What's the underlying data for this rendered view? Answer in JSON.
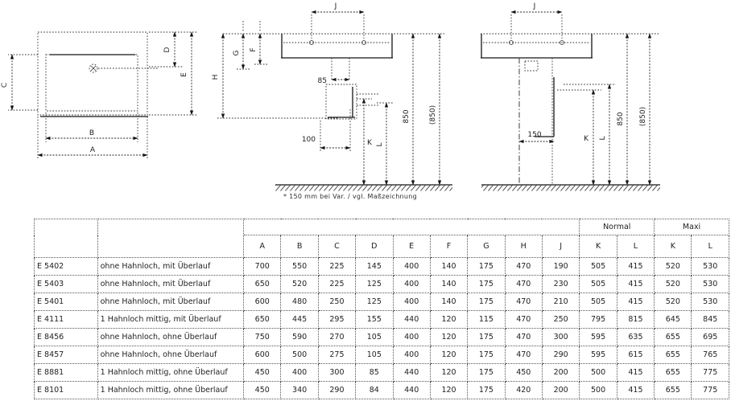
{
  "drawings": {
    "left": {
      "labels": {
        "A": "A",
        "B": "B",
        "C": "C",
        "D": "D",
        "E": "E"
      }
    },
    "middle": {
      "labels": {
        "J": "J",
        "G": "G",
        "F": "F",
        "H": "H",
        "d85": "85",
        "d100": "100",
        "K": "K",
        "L": "L",
        "h850": "850",
        "h850p": "(850)"
      }
    },
    "right": {
      "labels": {
        "J": "J",
        "d150": "150",
        "K": "K",
        "L": "L",
        "h850": "850",
        "h850p": "(850)"
      }
    },
    "footnote": "* 150 mm bei Var. / vgl. Maßzeichnung"
  },
  "table": {
    "group_headers": [
      {
        "label": "Normal",
        "span": 2
      },
      {
        "label": "Maxi",
        "span": 2
      }
    ],
    "columns": [
      "A",
      "B",
      "C",
      "D",
      "E",
      "F",
      "G",
      "H",
      "J",
      "K",
      "L",
      "K",
      "L"
    ],
    "rows": [
      {
        "model": "E 5402",
        "description": "ohne Hahnloch, mit Überlauf",
        "values": [
          700,
          550,
          225,
          145,
          400,
          140,
          175,
          470,
          190,
          505,
          415,
          520,
          530
        ]
      },
      {
        "model": "E 5403",
        "description": "ohne Hahnloch, mit Überlauf",
        "values": [
          650,
          520,
          225,
          125,
          400,
          140,
          175,
          470,
          230,
          505,
          415,
          520,
          530
        ]
      },
      {
        "model": "E 5401",
        "description": "ohne Hahnloch, mit Überlauf",
        "values": [
          600,
          480,
          250,
          125,
          400,
          140,
          175,
          470,
          210,
          505,
          415,
          520,
          530
        ]
      },
      {
        "model": "E 4111",
        "description": "1 Hahnloch mittig, mit Überlauf",
        "values": [
          650,
          445,
          295,
          155,
          440,
          120,
          115,
          470,
          250,
          795,
          815,
          645,
          845
        ]
      },
      {
        "model": "E 8456",
        "description": "ohne Hahnloch, ohne Überlauf",
        "values": [
          750,
          590,
          270,
          105,
          400,
          120,
          175,
          470,
          300,
          595,
          635,
          655,
          695
        ]
      },
      {
        "model": "E 8457",
        "description": "ohne Hahnloch, ohne Überlauf",
        "values": [
          600,
          500,
          275,
          105,
          400,
          120,
          175,
          470,
          290,
          595,
          615,
          655,
          765
        ]
      },
      {
        "model": "E 8881",
        "description": "1 Hahnloch mittig, ohne Überlauf",
        "values": [
          450,
          400,
          300,
          85,
          440,
          120,
          175,
          450,
          200,
          500,
          415,
          655,
          775
        ]
      },
      {
        "model": "E 8101",
        "description": "1 Hahnloch mittig, ohne Überlauf",
        "values": [
          450,
          340,
          290,
          84,
          440,
          120,
          175,
          420,
          200,
          500,
          415,
          655,
          775
        ]
      }
    ]
  }
}
